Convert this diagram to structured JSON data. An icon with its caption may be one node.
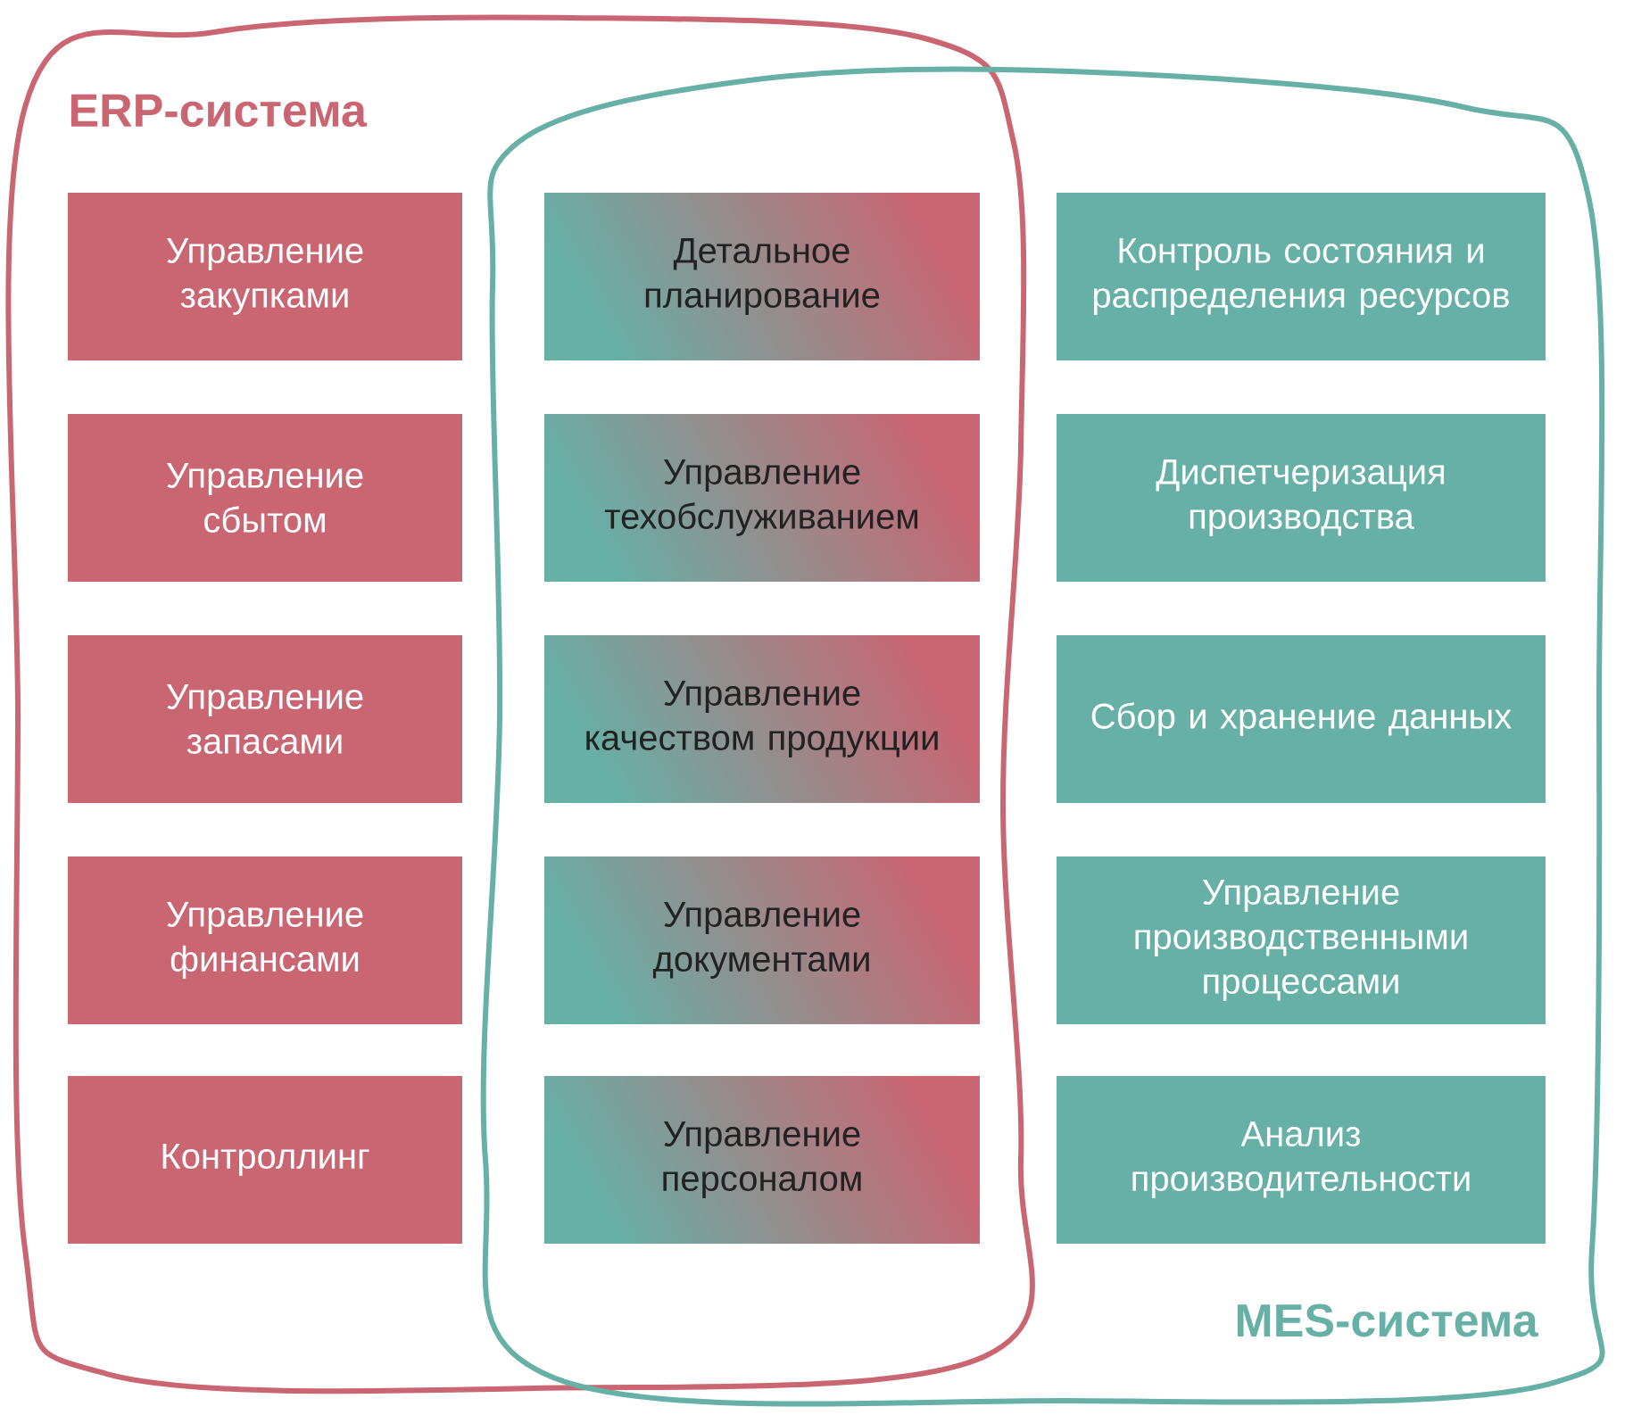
{
  "diagram": {
    "nodes": [
      {
        "text": [
          "ERP-система"
        ]
      },
      {
        "text": [
          "MES-система"
        ]
      },
      {
        "text": [
          "Управление закупками"
        ],
        "in": 0
      },
      {
        "text": [
          "Управление сбытом"
        ],
        "in": 0
      },
      {
        "text": [
          "Управление запасами"
        ],
        "in": 0
      },
      {
        "text": [
          "Управление финансами"
        ],
        "in": 0
      },
      {
        "text": [
          "Контроллинг"
        ],
        "in": 0
      },
      {
        "text": [
          "Детальное планирование"
        ]
      },
      {
        "text": [
          "Управление техобслуживанием"
        ]
      },
      {
        "text": [
          "Управление качеством продукции"
        ]
      },
      {
        "text": [
          "Управление документами"
        ]
      },
      {
        "text": [
          "Управление персоналом"
        ]
      },
      {
        "text": [
          "Контроль состояния и распределения ресурсов"
        ],
        "in": 1
      },
      {
        "text": [
          "Диспетчеризация производства"
        ],
        "in": 1
      },
      {
        "text": [
          "Сбор и хранение данных"
        ],
        "in": 1
      },
      {
        "text": [
          "Управление производственными процессами"
        ],
        "in": 1
      },
      {
        "text": [
          "Анализ производительности"
        ],
        "in": 1
      }
    ]
  }
}
